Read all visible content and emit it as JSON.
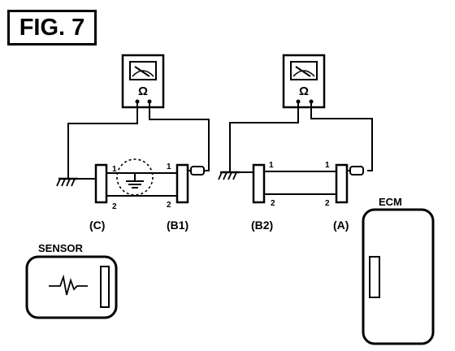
{
  "figure": {
    "label": "FIG. 7"
  },
  "meters": {
    "left": {
      "symbol": "Ω"
    },
    "right": {
      "symbol": "Ω"
    }
  },
  "connectors": {
    "C": {
      "label": "(C)",
      "pin_top": "1",
      "pin_bottom": "2"
    },
    "B1": {
      "label": "(B1)",
      "pin_top": "1",
      "pin_bottom": "2"
    },
    "B2": {
      "label": "(B2)",
      "pin_top": "1",
      "pin_bottom": "2"
    },
    "A": {
      "label": "(A)",
      "pin_top": "1",
      "pin_bottom": "2"
    }
  },
  "components": {
    "sensor": {
      "label": "SENSOR"
    },
    "ecm": {
      "label": "ECM"
    }
  }
}
